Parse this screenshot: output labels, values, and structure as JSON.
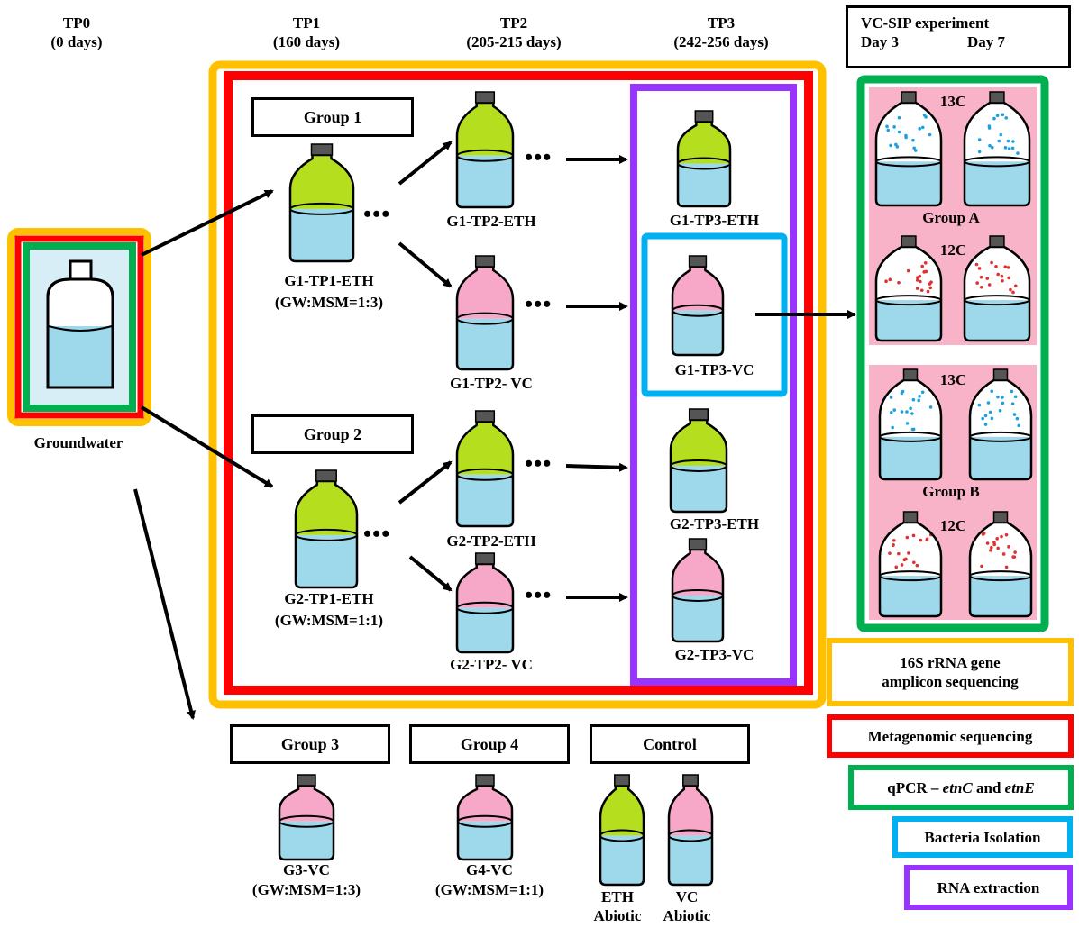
{
  "timepoints": {
    "tp0": {
      "name": "TP0",
      "days": "(0 days)"
    },
    "tp1": {
      "name": "TP1",
      "days": "(160 days)"
    },
    "tp2": {
      "name": "TP2",
      "days": "(205-215 days)"
    },
    "tp3": {
      "name": "TP3",
      "days": "(242-256 days)"
    }
  },
  "sip": {
    "title": "VC-SIP experiment",
    "day3": "Day 3",
    "day7": "Day 7",
    "group_a": "Group A",
    "group_b": "Group B",
    "c13": "13C",
    "c12": "12C"
  },
  "groundwater": "Groundwater",
  "groups": {
    "g1": "Group 1",
    "g2": "Group 2",
    "g3": "Group 3",
    "g4": "Group 4",
    "control": "Control"
  },
  "bottles": {
    "g1_tp1": "G1-TP1-ETH",
    "g1_tp1_ratio": "(GW:MSM=1:3)",
    "g2_tp1": "G2-TP1-ETH",
    "g2_tp1_ratio": "(GW:MSM=1:1)",
    "g1_tp2_eth": "G1-TP2-ETH",
    "g1_tp2_vc": "G1-TP2- VC",
    "g2_tp2_eth": "G2-TP2-ETH",
    "g2_tp2_vc": "G2-TP2- VC",
    "g1_tp3_eth": "G1-TP3-ETH",
    "g1_tp3_vc": "G1-TP3-VC",
    "g2_tp3_eth": "G2-TP3-ETH",
    "g2_tp3_vc": "G2-TP3-VC",
    "g3_vc": "G3-VC",
    "g3_ratio": "(GW:MSM=1:3)",
    "g4_vc": "G4-VC",
    "g4_ratio": "(GW:MSM=1:1)",
    "eth_abiotic_1": "ETH",
    "eth_abiotic_2": "Abiotic",
    "vc_abiotic_1": "VC",
    "vc_abiotic_2": "Abiotic"
  },
  "ellipsis": "•••",
  "legend": {
    "amplicon_1": "16S rRNA gene",
    "amplicon_2": "amplicon sequencing",
    "metagenomic": "Metagenomic sequencing",
    "qpcr_prefix": "qPCR – ",
    "qpcr_gene1": "etnC",
    "qpcr_and": " and ",
    "qpcr_gene2": "etnE",
    "isolation": "Bacteria Isolation",
    "rna": "RNA extraction"
  },
  "colors": {
    "orange": "#ffc000",
    "red": "#ff0000",
    "green": "#00b050",
    "blue": "#00b0f0",
    "purple": "#9933ff",
    "eth_liquid": "#b5de1f",
    "vc_liquid": "#f7a8c8",
    "medium": "#9dd9ea",
    "sip_bg": "#f9b3c8"
  }
}
